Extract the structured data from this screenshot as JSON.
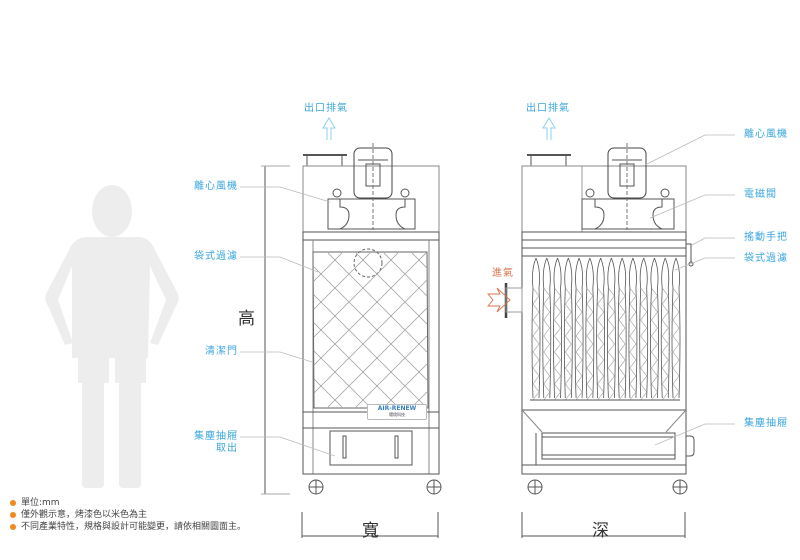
{
  "diagram": {
    "title": "Bag Filter Dust Collector Dimension Drawing",
    "colors": {
      "label": "#3aa6dc",
      "inlet": "#d7734a",
      "bullet": "#f08a1e",
      "line": "#555555",
      "figure": "#ededed"
    }
  },
  "front_view": {
    "outlet_label": "出口排氣",
    "labels": {
      "fan": "離心風機",
      "bag_filter": "袋式過濾",
      "clean_door": "清潔門",
      "drawer_line1": "集塵抽屜",
      "drawer_line2": "取出"
    },
    "dimension_height": "高",
    "dimension_width": "寬",
    "logo_text": "AIR-RENEW",
    "logo_sub": "環境科技"
  },
  "side_view": {
    "outlet_label": "出口排氣",
    "inlet_label": "進氣",
    "labels": {
      "fan": "離心風機",
      "valve": "電磁閥",
      "shake_handle": "搖動手把",
      "bag_filter": "袋式過濾",
      "drawer": "集塵抽屜"
    },
    "dimension_depth": "深",
    "bag_count": 14
  },
  "notes": [
    "單位:mm",
    "僅外觀示意，烤漆色以米色為主",
    "不同產業特性，規格與設計可能變更，請依相關圖面主。"
  ]
}
